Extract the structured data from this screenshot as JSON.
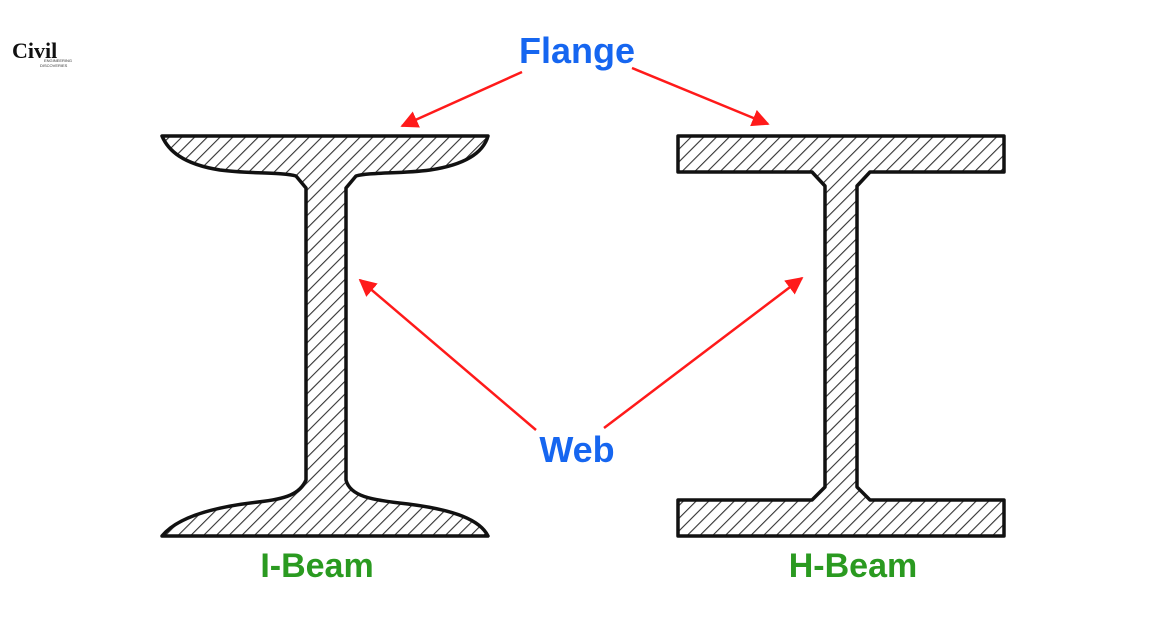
{
  "logo": {
    "name": "Civil",
    "sub1": "ENGINEERING",
    "sub2": "DISCOVERIES"
  },
  "labels": {
    "flange": "Flange",
    "web": "Web",
    "i_beam": "I-Beam",
    "h_beam": "H-Beam"
  },
  "colors": {
    "callout_label": "#1666f0",
    "beam_label": "#2a9a20",
    "arrow": "#ff1a1a",
    "outline": "#111111",
    "hatch": "#333333"
  }
}
